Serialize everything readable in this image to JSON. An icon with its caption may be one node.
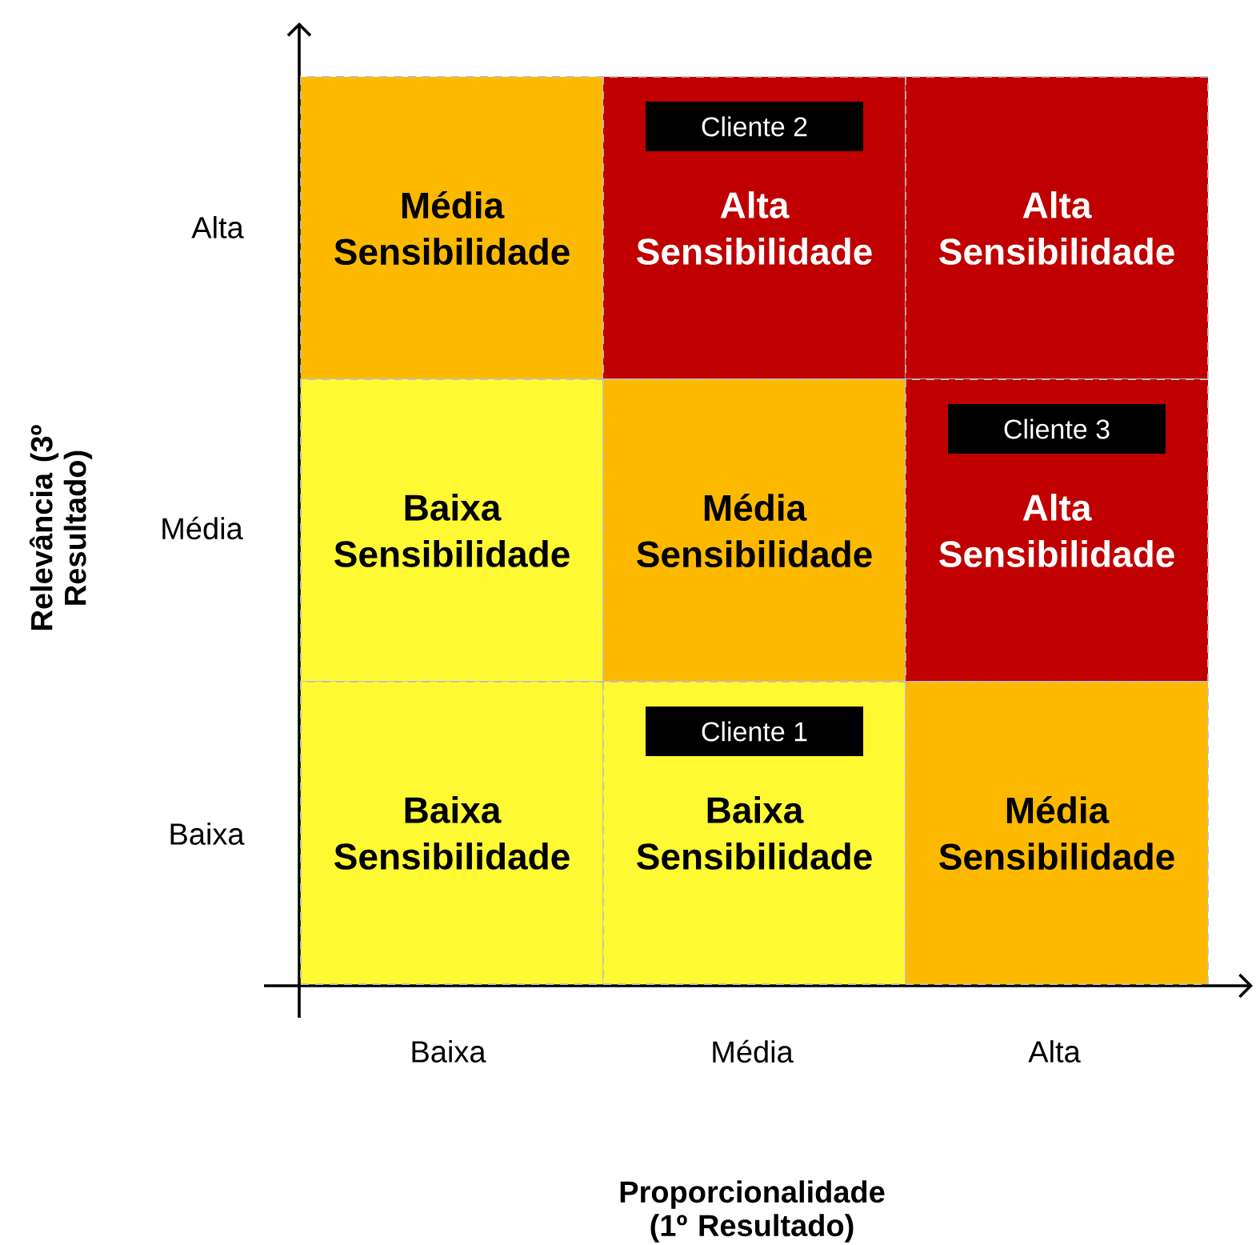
{
  "diagram": {
    "nodes": [
      {
        "text": [
          "Média Sensibilidade"
        ]
      },
      {
        "text": [
          "Alta Sensibilidade"
        ]
      },
      {
        "text": [
          "Cliente 2"
        ],
        "in": 1
      },
      {
        "text": [
          "Alta Sensibilidade"
        ]
      },
      {
        "text": [
          "Baixa Sensibilidade"
        ]
      },
      {
        "text": [
          "Média Sensibilidade"
        ]
      },
      {
        "text": [
          "Alta Sensibilidade"
        ]
      },
      {
        "text": [
          "Cliente 3"
        ],
        "in": 6
      },
      {
        "text": [
          "Baixa Sensibilidade"
        ]
      },
      {
        "text": [
          "Baixa Sensibilidade"
        ]
      },
      {
        "text": [
          "Cliente 1"
        ],
        "in": 9
      },
      {
        "text": [
          "Média Sensibilidade"
        ]
      }
    ],
    "labels": [
      "Alta",
      "Média",
      "Baixa",
      "Baixa",
      "Média",
      "Alta",
      "Relevância (3º Resultado)",
      "Proporcionalidade (1º Resultado)"
    ]
  }
}
